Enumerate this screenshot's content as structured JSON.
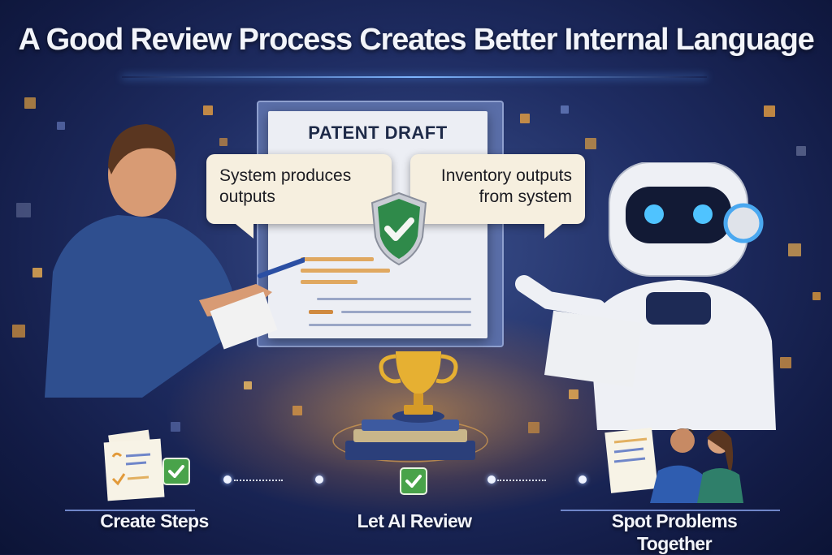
{
  "title": "A Good Review Process Creates Better Internal Language",
  "document": {
    "heading": "PATENT DRAFT"
  },
  "bubbles": {
    "human": "System produces outputs",
    "ai": "Inventory outputs from system"
  },
  "steps": [
    {
      "label": "Create Steps",
      "icon": "checklist-icon"
    },
    {
      "label": "Let AI Review",
      "icon": "trophy-icon"
    },
    {
      "label": "Spot Problems Together",
      "icon": "collaboration-icon"
    }
  ],
  "colors": {
    "background": "#1f2d63",
    "accent_orange": "#e8a040",
    "check_green": "#49a34a",
    "text": "#f2f4fa"
  }
}
